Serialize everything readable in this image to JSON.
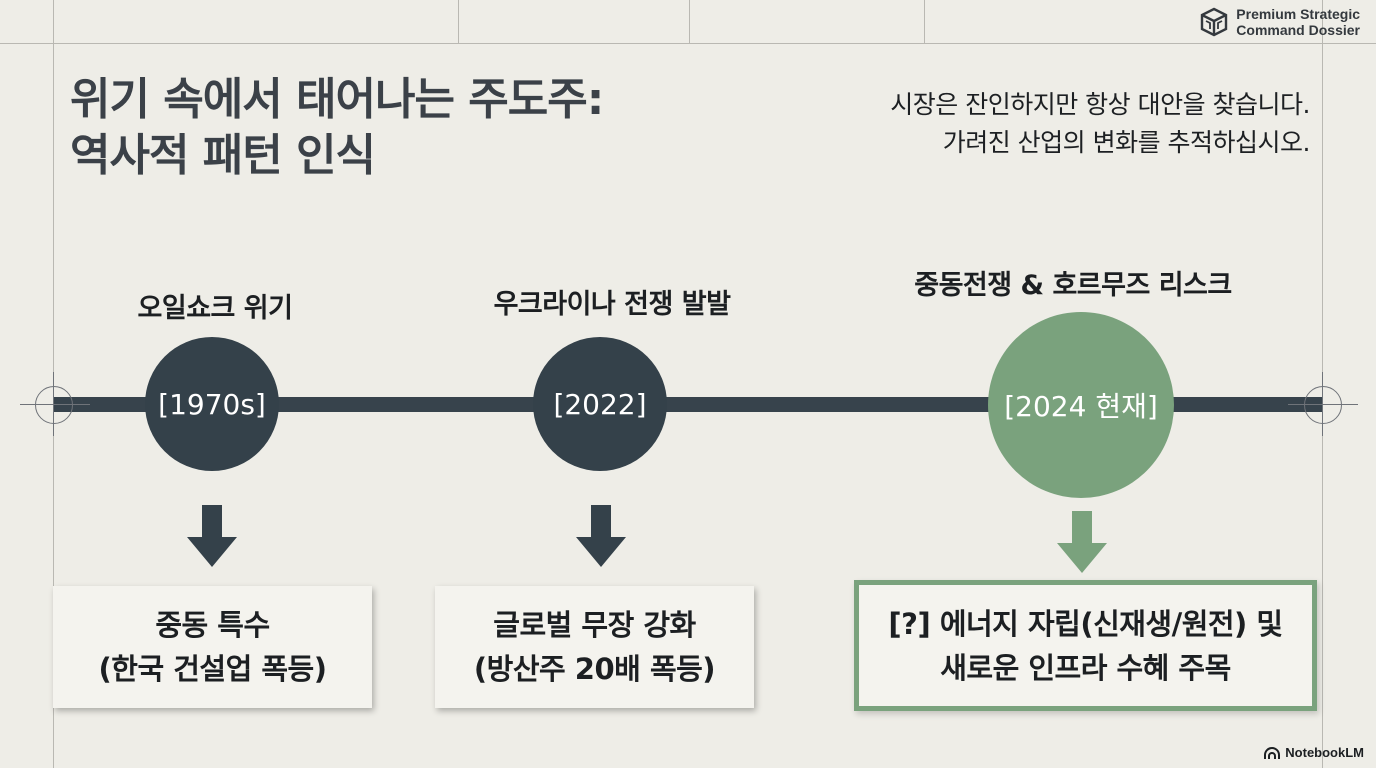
{
  "brand": {
    "line1": "Premium Strategic",
    "line2": "Command Dossier"
  },
  "title": {
    "line1": "위기 속에서 태어나는 주도주:",
    "line2": "역사적 패턴 인식"
  },
  "subtitle": {
    "line1": "시장은 잔인하지만 항상 대안을 찾습니다.",
    "line2": "가려진 산업의 변화를 추적하십시오."
  },
  "timeline": {
    "events": [
      {
        "label": "오일쇼크 위기",
        "node": "[1970s]",
        "outcome_line1": "중동 특수",
        "outcome_line2": "(한국 건설업 폭등)"
      },
      {
        "label": "우크라이나 전쟁 발발",
        "node": "[2022]",
        "outcome_line1": "글로벌 무장 강화",
        "outcome_line2": "(방산주 20배 폭등)"
      },
      {
        "label": "중동전쟁 & 호르무즈 리스크",
        "node": "[2024 현재]",
        "outcome_line1": "[?] 에너지 자립(신재생/원전) 및",
        "outcome_line2": "새로운 인프라 수혜 주목"
      }
    ]
  },
  "footer": {
    "label": "NotebookLM"
  },
  "colors": {
    "background": "#eeede7",
    "dark_node": "#34414a",
    "accent_green": "#7aa27d",
    "timeline_bar": "#37434c"
  }
}
